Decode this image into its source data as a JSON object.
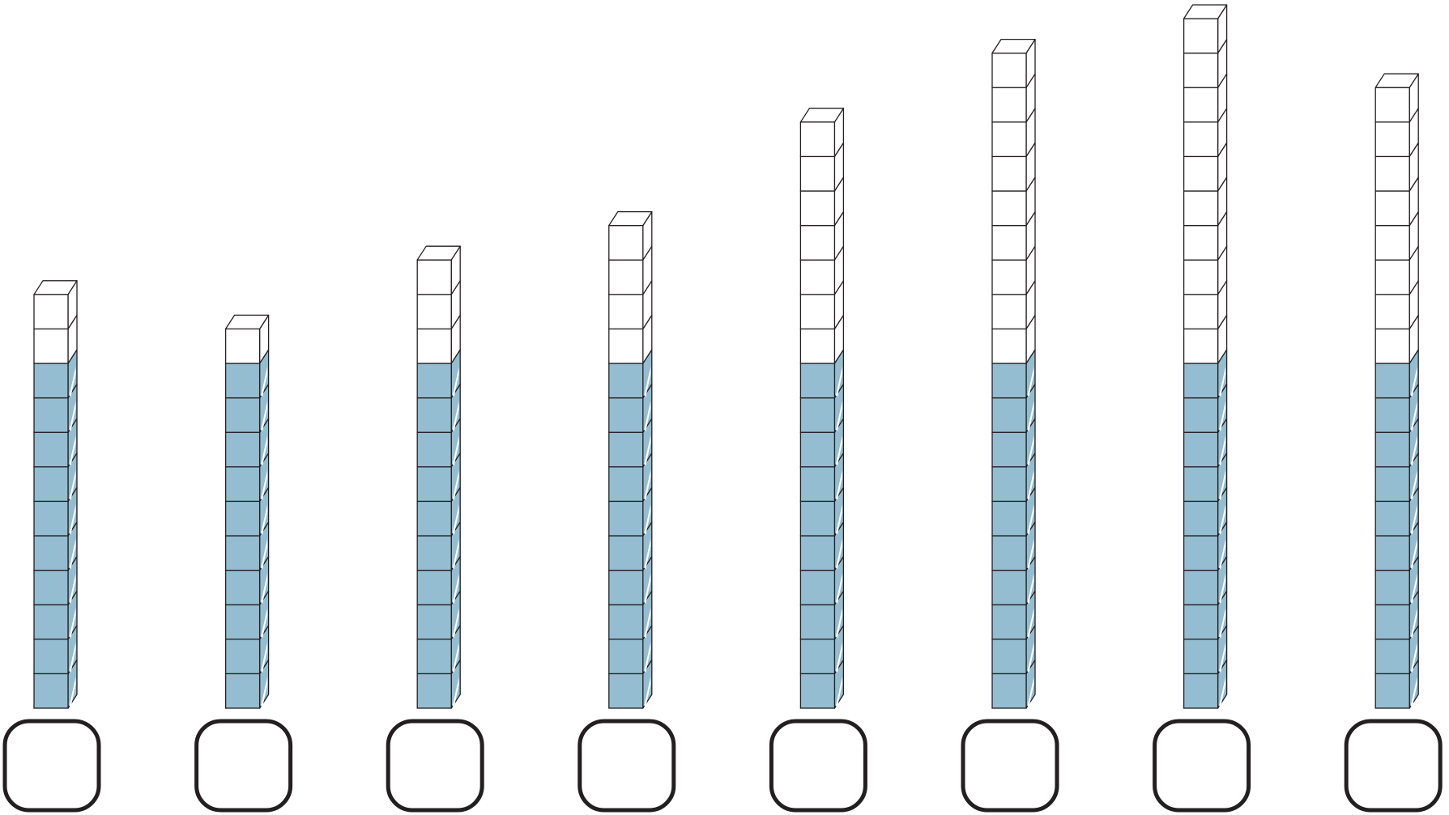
{
  "towers": [
    {
      "blue_cubes": 10,
      "white_cubes": 2
    },
    {
      "blue_cubes": 10,
      "white_cubes": 1
    },
    {
      "blue_cubes": 10,
      "white_cubes": 3
    },
    {
      "blue_cubes": 10,
      "white_cubes": 4
    },
    {
      "blue_cubes": 10,
      "white_cubes": 7
    },
    {
      "blue_cubes": 10,
      "white_cubes": 9
    },
    {
      "blue_cubes": 10,
      "white_cubes": 10
    },
    {
      "blue_cubes": 10,
      "white_cubes": 8
    }
  ],
  "answer_boxes": [
    "",
    "",
    "",
    "",
    "",
    "",
    "",
    ""
  ],
  "colors": {
    "blue_front": "#94bdd1",
    "blue_side": "#94bdd1",
    "white_front": "#ffffff",
    "outline": "#231f20",
    "answer_box_border": "#231f20"
  }
}
